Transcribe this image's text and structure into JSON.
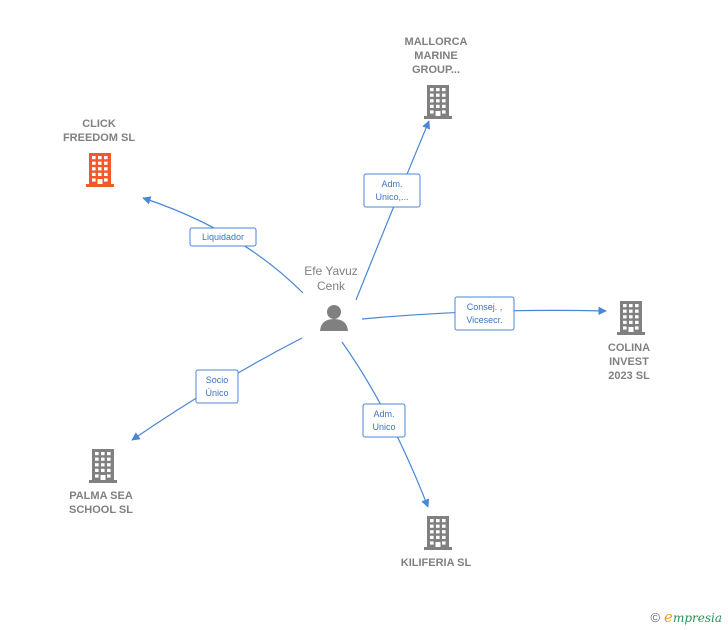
{
  "center": {
    "label_lines": [
      "Efe Yavuz",
      "Cenk"
    ],
    "icon": "person-icon"
  },
  "nodes": [
    {
      "id": "mallorca",
      "label_lines": [
        "MALLORCA",
        "MARINE",
        "GROUP..."
      ],
      "icon": "building-icon",
      "color": "#808080"
    },
    {
      "id": "click",
      "label_lines": [
        "CLICK",
        "FREEDOM  SL"
      ],
      "icon": "building-icon",
      "color": "#f05a28"
    },
    {
      "id": "colina",
      "label_lines": [
        "COLINA",
        "INVEST",
        "2023  SL"
      ],
      "icon": "building-icon",
      "color": "#808080"
    },
    {
      "id": "palma",
      "label_lines": [
        "PALMA SEA",
        "SCHOOL SL"
      ],
      "icon": "building-icon",
      "color": "#808080"
    },
    {
      "id": "kiliferia",
      "label_lines": [
        "KILIFERIA  SL"
      ],
      "icon": "building-icon",
      "color": "#808080"
    }
  ],
  "edges": [
    {
      "to": "mallorca",
      "label_lines": [
        "Adm.",
        "Unico,..."
      ]
    },
    {
      "to": "click",
      "label_lines": [
        "Liquidador"
      ]
    },
    {
      "to": "colina",
      "label_lines": [
        "Consej. ,",
        "Vicesecr."
      ]
    },
    {
      "to": "palma",
      "label_lines": [
        "Socio",
        "Único"
      ]
    },
    {
      "to": "kiliferia",
      "label_lines": [
        "Adm.",
        "Unico"
      ]
    }
  ],
  "colors": {
    "edge": "#4a86d6",
    "building": "#808080",
    "highlight": "#f05a28",
    "person": "#808080"
  },
  "footer": {
    "copyright": "©",
    "brand_initial": "e",
    "brand_rest": "mpresia"
  }
}
